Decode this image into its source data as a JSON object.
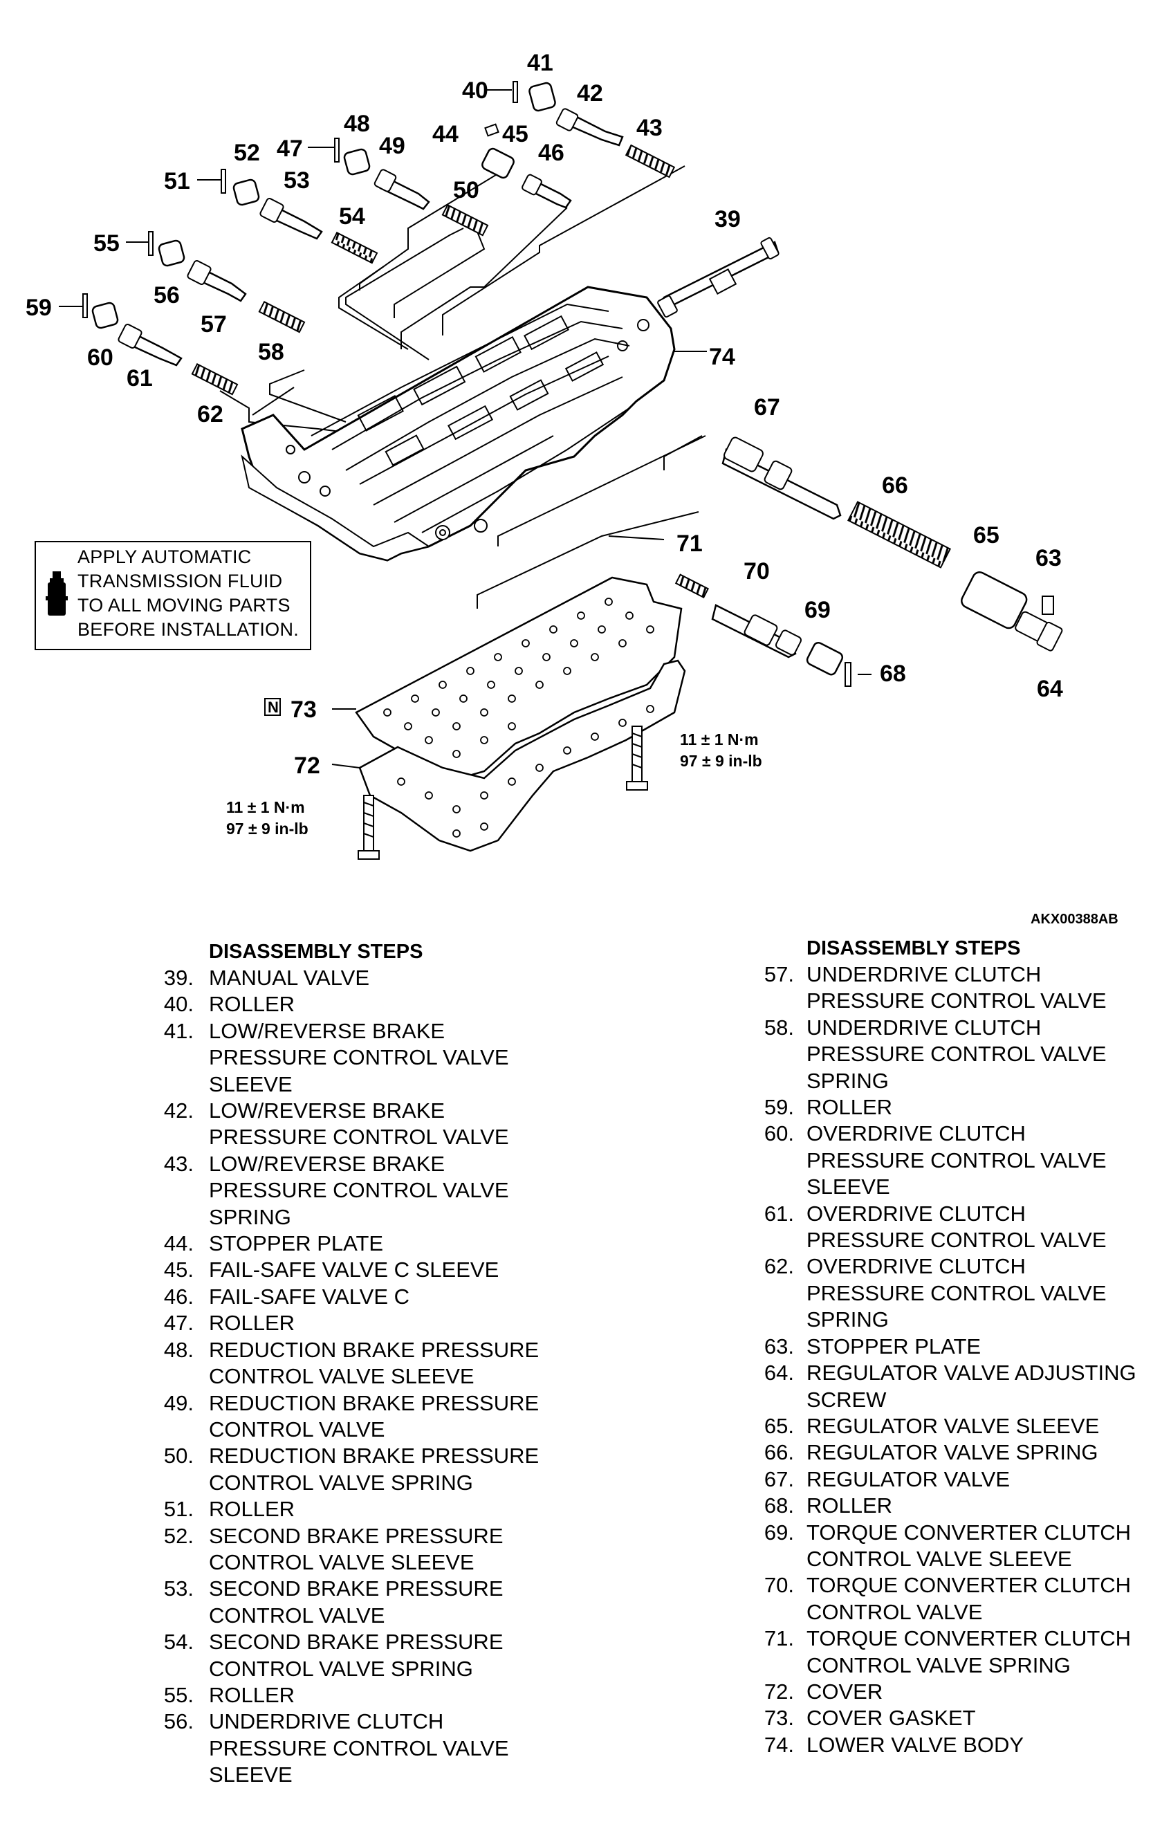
{
  "diagram": {
    "callouts": [
      "39",
      "40",
      "41",
      "42",
      "43",
      "44",
      "45",
      "46",
      "47",
      "48",
      "49",
      "50",
      "51",
      "52",
      "53",
      "54",
      "55",
      "56",
      "57",
      "58",
      "59",
      "60",
      "61",
      "62",
      "63",
      "64",
      "65",
      "66",
      "67",
      "68",
      "69",
      "70",
      "71",
      "72",
      "73",
      "74"
    ],
    "note_lines": [
      "APPLY AUTOMATIC",
      "TRANSMISSION FLUID",
      "TO ALL MOVING PARTS",
      "BEFORE INSTALLATION."
    ],
    "note_icon": "fluid-bottle-icon",
    "new_part_mark": "N",
    "torque_right": [
      "11 ± 1 N·m",
      "97 ± 9 in-lb"
    ],
    "torque_left": [
      "11 ± 1 N·m",
      "97 ± 9 in-lb"
    ],
    "figure_code": "AKX00388AB"
  },
  "steps_left": {
    "heading": "DISASSEMBLY STEPS",
    "items": [
      {
        "num": "39.",
        "text": "MANUAL VALVE"
      },
      {
        "num": "40.",
        "text": "ROLLER"
      },
      {
        "num": "41.",
        "text": "LOW/REVERSE BRAKE\nPRESSURE CONTROL VALVE\nSLEEVE"
      },
      {
        "num": "42.",
        "text": "LOW/REVERSE BRAKE\nPRESSURE CONTROL VALVE"
      },
      {
        "num": "43.",
        "text": "LOW/REVERSE BRAKE\nPRESSURE CONTROL VALVE\nSPRING"
      },
      {
        "num": "44.",
        "text": "STOPPER PLATE"
      },
      {
        "num": "45.",
        "text": "FAIL-SAFE VALVE C SLEEVE"
      },
      {
        "num": "46.",
        "text": "FAIL-SAFE VALVE C"
      },
      {
        "num": "47.",
        "text": "ROLLER"
      },
      {
        "num": "48.",
        "text": "REDUCTION BRAKE PRESSURE\nCONTROL VALVE SLEEVE"
      },
      {
        "num": "49.",
        "text": "REDUCTION BRAKE PRESSURE\nCONTROL VALVE"
      },
      {
        "num": "50.",
        "text": "REDUCTION BRAKE PRESSURE\nCONTROL VALVE SPRING"
      },
      {
        "num": "51.",
        "text": "ROLLER"
      },
      {
        "num": "52.",
        "text": "SECOND BRAKE PRESSURE\nCONTROL VALVE SLEEVE"
      },
      {
        "num": "53.",
        "text": "SECOND BRAKE PRESSURE\nCONTROL VALVE"
      },
      {
        "num": "54.",
        "text": "SECOND BRAKE PRESSURE\nCONTROL VALVE SPRING"
      },
      {
        "num": "55.",
        "text": "ROLLER"
      },
      {
        "num": "56.",
        "text": "UNDERDRIVE CLUTCH\nPRESSURE CONTROL VALVE\nSLEEVE"
      }
    ]
  },
  "steps_right": {
    "heading": "DISASSEMBLY STEPS",
    "items": [
      {
        "num": "57.",
        "text": "UNDERDRIVE CLUTCH\nPRESSURE CONTROL VALVE"
      },
      {
        "num": "58.",
        "text": "UNDERDRIVE CLUTCH\nPRESSURE CONTROL VALVE\nSPRING"
      },
      {
        "num": "59.",
        "text": "ROLLER"
      },
      {
        "num": "60.",
        "text": "OVERDRIVE CLUTCH\nPRESSURE CONTROL VALVE\nSLEEVE"
      },
      {
        "num": "61.",
        "text": "OVERDRIVE CLUTCH\nPRESSURE CONTROL VALVE"
      },
      {
        "num": "62.",
        "text": "OVERDRIVE CLUTCH\nPRESSURE CONTROL VALVE\nSPRING"
      },
      {
        "num": "63.",
        "text": "STOPPER PLATE"
      },
      {
        "num": "64.",
        "text": "REGULATOR VALVE ADJUSTING\nSCREW"
      },
      {
        "num": "65.",
        "text": "REGULATOR VALVE SLEEVE"
      },
      {
        "num": "66.",
        "text": "REGULATOR VALVE SPRING"
      },
      {
        "num": "67.",
        "text": "REGULATOR VALVE"
      },
      {
        "num": "68.",
        "text": "ROLLER"
      },
      {
        "num": "69.",
        "text": "TORQUE CONVERTER CLUTCH\nCONTROL VALVE SLEEVE"
      },
      {
        "num": "70.",
        "text": "TORQUE CONVERTER CLUTCH\nCONTROL VALVE"
      },
      {
        "num": "71.",
        "text": "TORQUE CONVERTER CLUTCH\nCONTROL VALVE SPRING"
      },
      {
        "num": "72.",
        "text": "COVER"
      },
      {
        "num": "73.",
        "text": "COVER GASKET"
      },
      {
        "num": "74.",
        "text": "LOWER VALVE BODY"
      }
    ]
  }
}
